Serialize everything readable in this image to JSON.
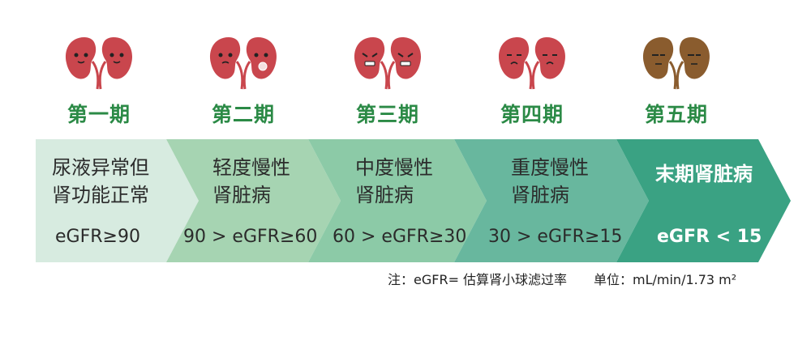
{
  "stages": [
    {
      "label": "第一期",
      "line1": "尿液异常但",
      "line2": "肾功能正常",
      "egfr": "eGFR≥90",
      "kidney_color": "#c9464d",
      "fill": "#d7ebe0"
    },
    {
      "label": "第二期",
      "line1": "轻度慢性",
      "line2": "肾脏病",
      "egfr": "90 > eGFR≥60",
      "kidney_color": "#c9464d",
      "fill": "#a6d4b2"
    },
    {
      "label": "第三期",
      "line1": "中度慢性",
      "line2": "肾脏病",
      "egfr": "60 > eGFR≥30",
      "kidney_color": "#c9464d",
      "fill": "#8ccaa7"
    },
    {
      "label": "第四期",
      "line1": "重度慢性",
      "line2": "肾脏病",
      "egfr": "30 > eGFR≥15",
      "kidney_color": "#c9464d",
      "fill": "#68b79e"
    },
    {
      "label": "第五期",
      "line1": "末期肾脏病",
      "line2": "",
      "egfr": "eGFR < 15",
      "kidney_color": "#8a5c2e",
      "fill": "#3aa283"
    }
  ],
  "note_text": "注：eGFR= 估算肾小球滤过率",
  "unit_text": "单位：mL/min/1.73 m²",
  "colors": {
    "label_green": "#2b8a46"
  }
}
